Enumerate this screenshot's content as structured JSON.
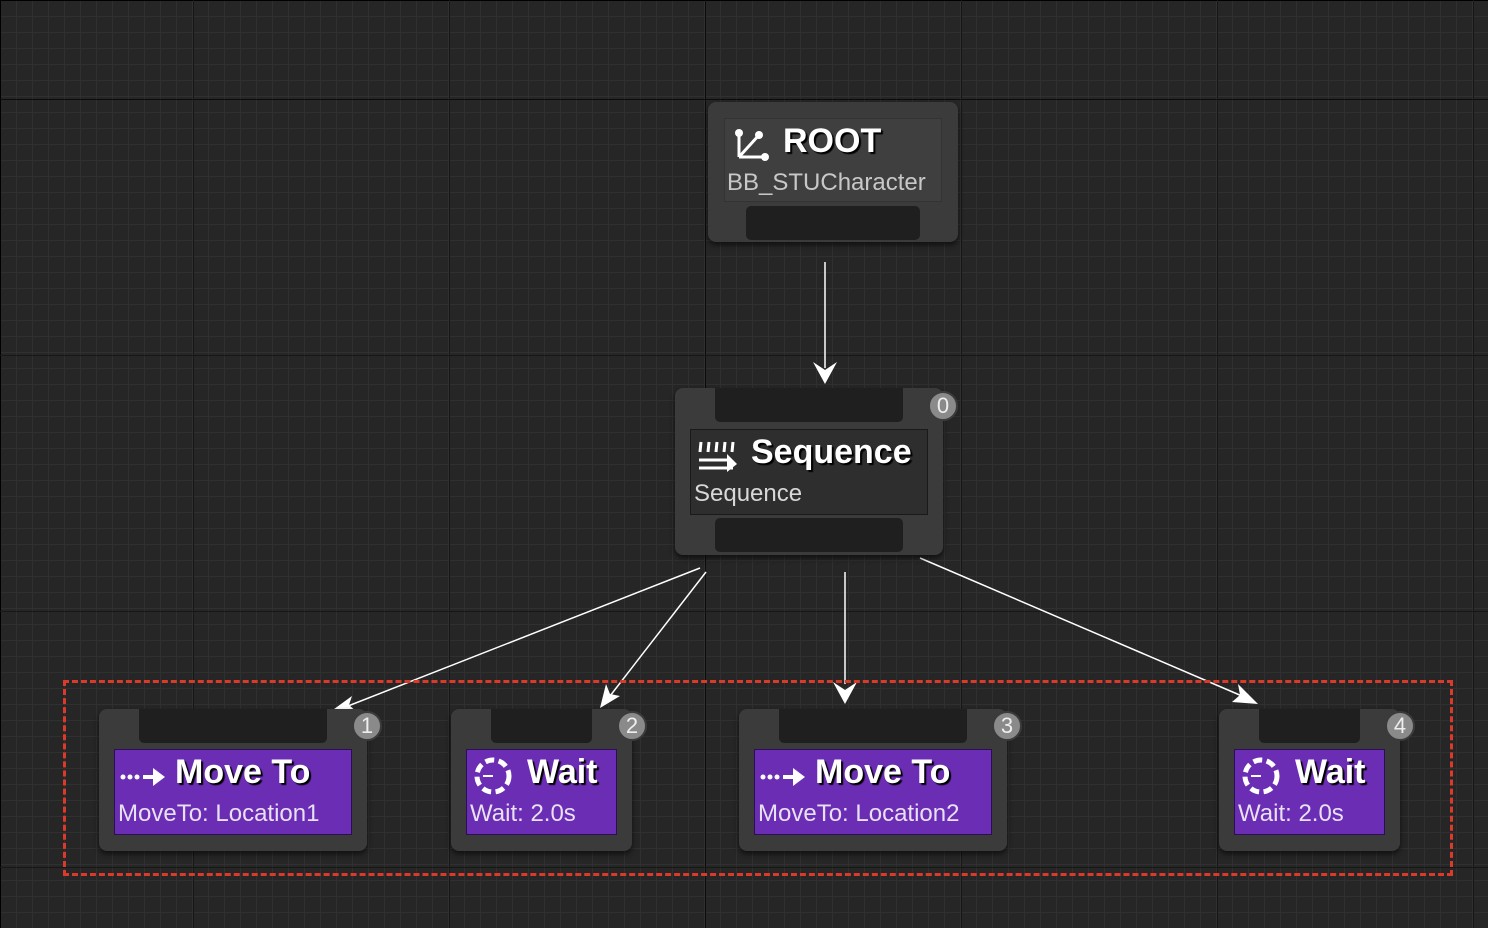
{
  "graph": {
    "root": {
      "title": "ROOT",
      "subtitle": "BB_STUCharacter",
      "icon": "root-branch-icon"
    },
    "sequence": {
      "title": "Sequence",
      "subtitle": "Sequence",
      "index": "0",
      "icon": "sequence-icon"
    },
    "tasks": [
      {
        "title": "Move To",
        "subtitle": "MoveTo: Location1",
        "index": "1",
        "icon": "move-to-arrow-icon"
      },
      {
        "title": "Wait",
        "subtitle": "Wait: 2.0s",
        "index": "2",
        "icon": "wait-dial-icon"
      },
      {
        "title": "Move To",
        "subtitle": "MoveTo: Location2",
        "index": "3",
        "icon": "move-to-arrow-icon"
      },
      {
        "title": "Wait",
        "subtitle": "Wait: 2.0s",
        "index": "4",
        "icon": "wait-dial-icon"
      }
    ]
  },
  "colors": {
    "task_accent": "#6b2db4",
    "selection_box": "#d93a2b",
    "wire": "#ffffff"
  }
}
